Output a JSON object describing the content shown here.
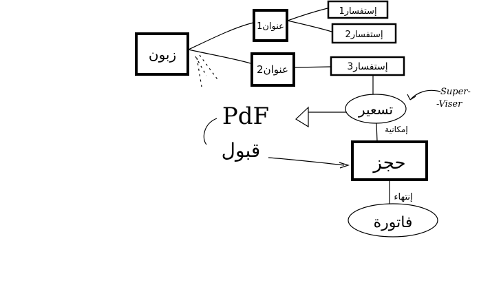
{
  "nodes": {
    "customer": "زبون",
    "title1": "عنوان1",
    "title2": "عنوان2",
    "inquiry1": "إستفسار1",
    "inquiry2": "إستفسار2",
    "inquiry3": "إستفسار3",
    "pricing": "تسعير",
    "reservation": "حجز",
    "invoice": "فاتورة"
  },
  "labels": {
    "pdf": "PdF",
    "acceptance": "قبول",
    "supervisor_line1": "Super-",
    "supervisor_line2": "-Viser",
    "availability": "إمكانية",
    "completion": "إنتهاء"
  }
}
